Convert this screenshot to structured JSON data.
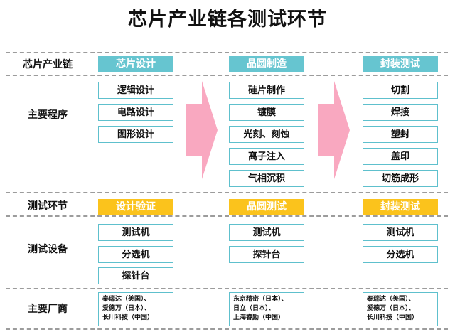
{
  "title": "芯片产业链各测试环节",
  "row_labels": {
    "chain": "芯片产业链",
    "process": "主要程序",
    "test_stage": "测试环节",
    "equipment": "测试设备",
    "vendors": "主要厂商"
  },
  "columns": [
    {
      "stage": "芯片设计",
      "steps": [
        "逻辑设计",
        "电路设计",
        "图形设计"
      ],
      "test": "设计验证",
      "equipment": [
        "测试机",
        "分选机",
        "探针台"
      ],
      "vendors": [
        "泰瑞达（美国）、",
        "爱德万（日本）、",
        "长川科技（中国）"
      ]
    },
    {
      "stage": "晶圆制造",
      "steps": [
        "硅片制作",
        "镀膜",
        "光刻、刻蚀",
        "离子注入",
        "气相沉积"
      ],
      "test": "晶圆测试",
      "equipment": [
        "测试机",
        "探针台"
      ],
      "vendors": [
        "东京精密（日本）、",
        "日立（日本）、",
        "上海睿励（中国）"
      ]
    },
    {
      "stage": "封装测试",
      "steps": [
        "切割",
        "焊接",
        "塑封",
        "盖印",
        "切筋成形"
      ],
      "test": "封装测试",
      "equipment": [
        "测试机",
        "分选机"
      ],
      "vendors": [
        "泰瑞达（美国）、",
        "爱德万（日本）、",
        "长川科技（中国）"
      ]
    }
  ],
  "colors": {
    "teal": "#66c5d0",
    "gold": "#fbc31c",
    "arrow_pink": "#f9a8c0",
    "box_border": "#5ec0cd",
    "dashed_line": "#9c9c9c"
  }
}
